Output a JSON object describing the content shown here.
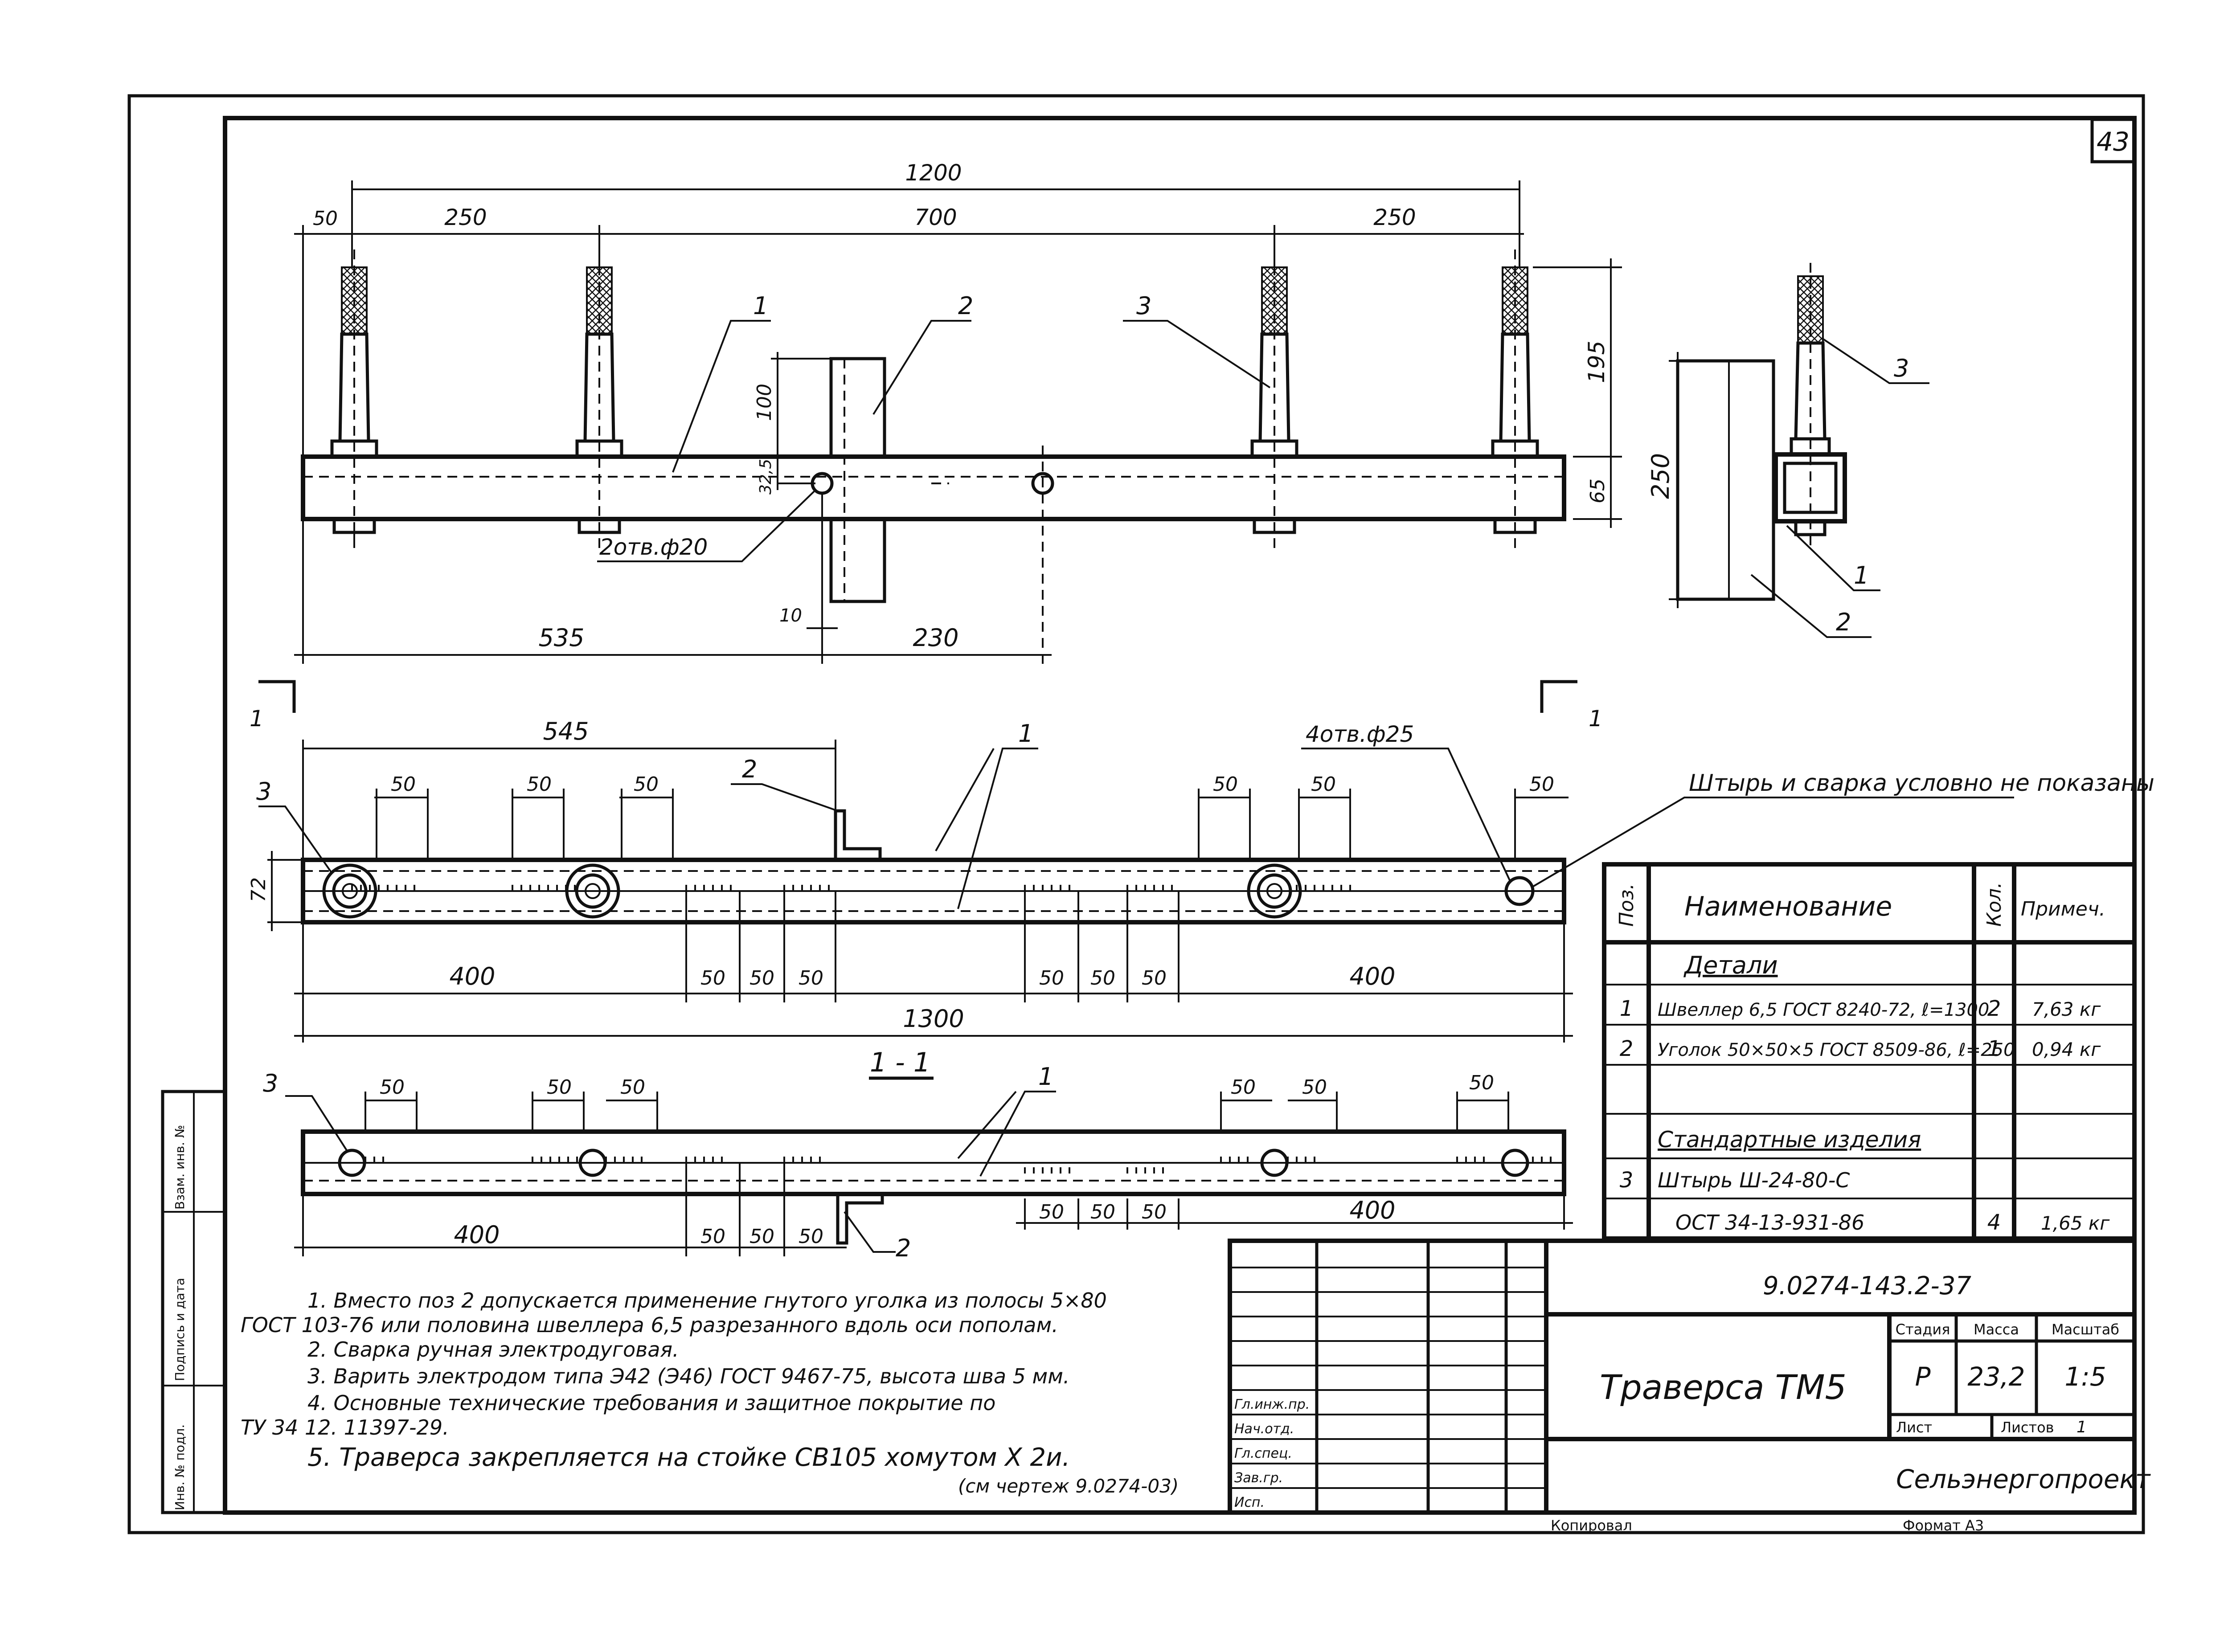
{
  "sheet": {
    "number": "43",
    "doc_code": "9.0274-143.2-37",
    "title": "Траверса ТМ5",
    "stage_header": "Стадия",
    "mass_header": "Масса",
    "scale_header": "Масштаб",
    "stage": "Р",
    "mass": "23,2",
    "scale": "1:5",
    "sheet_label": "Лист",
    "sheets_label": "Листов",
    "sheets_value": "1",
    "org": "Сельэнергопроект",
    "copied": "Копировал",
    "format": "Формат А3"
  },
  "side_stamp": {
    "inv_podl": "Инв. № подл.",
    "podpis": "Подпись и дата",
    "vzam": "Взам. инв. №"
  },
  "title_block_sign_rows": [
    "Гл.инж.пр.",
    "Нач.отд.",
    "Гл.спец.",
    "Зав.гр.",
    "Исп."
  ],
  "top_view": {
    "dims": {
      "overall": "1200",
      "edge": "50",
      "span_left": "250",
      "span_mid": "700",
      "span_right": "250",
      "post_h": "195",
      "chan_h": "65",
      "angle_h": "100",
      "hole_off": "32,5",
      "hole_note": "2отв.ф20",
      "to_angle": "535",
      "hole_spacing": "230",
      "gap": "10"
    },
    "callouts": [
      "1",
      "2",
      "3"
    ]
  },
  "side_view": {
    "height": "250",
    "callouts": [
      "3",
      "1",
      "2"
    ]
  },
  "plan_view": {
    "dims": {
      "to_angle": "545",
      "holes_note": "4отв.ф25",
      "seg50": "50",
      "width": "72",
      "end_400": "400",
      "overall": "1300"
    },
    "note": "Штырь и сварка условно не показаны",
    "callouts": [
      "3",
      "2",
      "1"
    ],
    "section_mark": "1"
  },
  "section": {
    "title": "1 - 1",
    "dims": {
      "seg50": "50",
      "end_400": "400"
    },
    "callouts": [
      "3",
      "1",
      "2"
    ]
  },
  "spec": {
    "headers": [
      "Поз.",
      "Наименование",
      "Кол.",
      "Примеч."
    ],
    "group1": "Детали",
    "rows1": [
      {
        "pos": "1",
        "name": "Швеллер 6,5 ГОСТ 8240-72, ℓ=1300",
        "qty": "2",
        "note": "7,63 кг"
      },
      {
        "pos": "2",
        "name": "Уголок 50×50×5 ГОСТ 8509-86, ℓ=250",
        "qty": "1",
        "note": "0,94 кг"
      }
    ],
    "group2": "Стандартные изделия",
    "rows2": [
      {
        "pos": "3",
        "name": "Штырь Ш-24-80-С",
        "qty": "",
        "note": ""
      },
      {
        "pos": "",
        "name": "ОСТ 34-13-931-86",
        "qty": "4",
        "note": "1,65 кг"
      }
    ]
  },
  "notes": [
    "1. Вместо поз 2 допускается применение гнутого уголка из полосы 5×80",
    "ГОСТ 103-76 или половина швеллера 6,5 разрезанного вдоль оси пополам.",
    "2. Сварка ручная электродуговая.",
    "3. Варить электродом типа Э42 (Э46) ГОСТ 9467-75, высота шва 5 мм.",
    "4. Основные технические требования и защитное покрытие по",
    "ТУ 34 12. 11397-29.",
    "5. Траверса закрепляется на стойке СВ105 хомутом Х 2и.",
    "(см чертеж 9.0274-03)"
  ],
  "colors": {
    "ink": "#111111",
    "paper": "#ffffff"
  }
}
